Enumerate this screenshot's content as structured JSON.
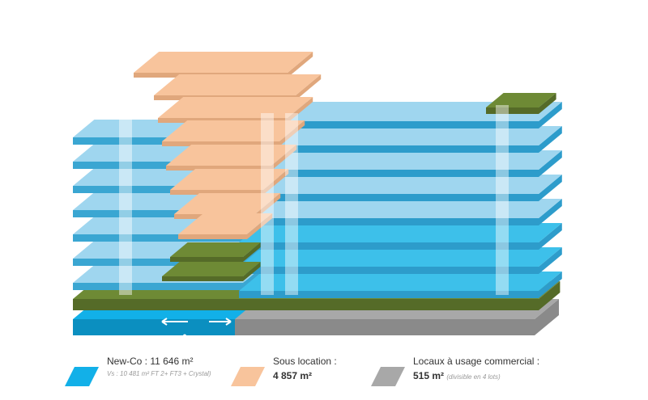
{
  "colors": {
    "newco": "#12b0e8",
    "newco_light": "#9fd6ef",
    "sous_location": "#f8c49c",
    "commercial": "#a8a8a8",
    "green": "#6e8a35"
  },
  "legend": [
    {
      "title": "New-Co : 11 646 m²",
      "detail": "Vs : 10 481 m² FT 2+ FT3 + Crystal)"
    },
    {
      "title": "Sous location :",
      "value": "4 857 m²"
    },
    {
      "title": "Locaux à usage commercial :",
      "value": "515 m²",
      "detail": "(divisible en 4 lots)"
    }
  ]
}
